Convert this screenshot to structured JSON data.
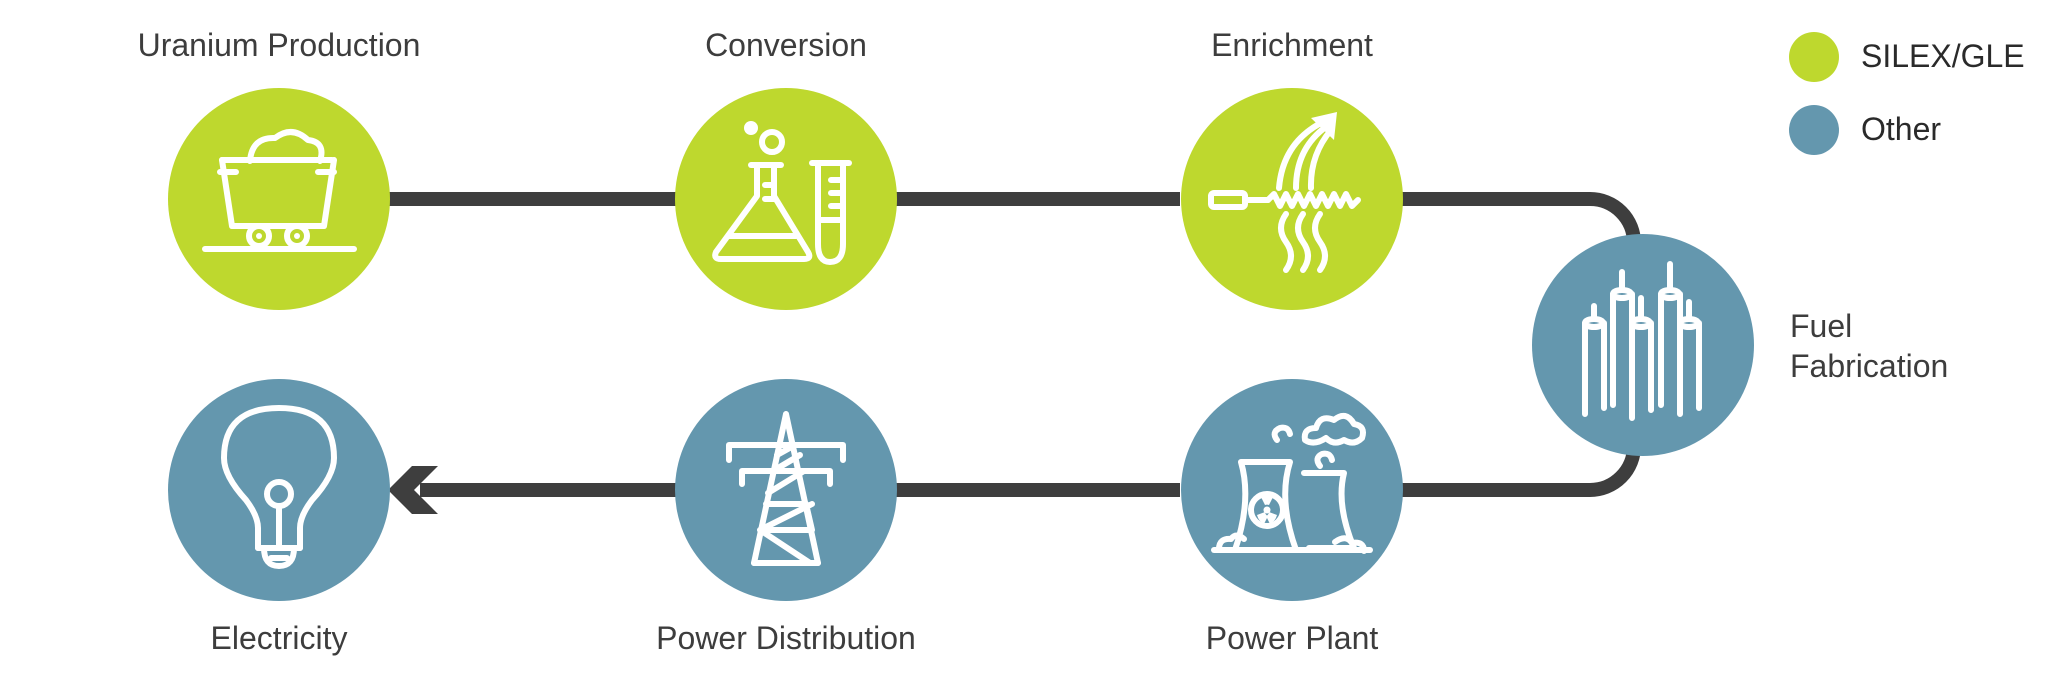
{
  "colors": {
    "silex": "#bed82e",
    "other": "#6497ae",
    "connector": "#3e3e3e",
    "text": "#3d3d3d"
  },
  "legend": [
    {
      "key": "silex",
      "label": "SILEX/GLE"
    },
    {
      "key": "other",
      "label": "Other"
    }
  ],
  "stages": [
    {
      "id": "uranium-production",
      "label": "Uranium Production",
      "icon": "mine-cart-icon",
      "category": "silex"
    },
    {
      "id": "conversion",
      "label": "Conversion",
      "icon": "chemistry-flask-icon",
      "category": "silex"
    },
    {
      "id": "enrichment",
      "label": "Enrichment",
      "icon": "laser-enrichment-icon",
      "category": "silex"
    },
    {
      "id": "fuel-fabrication",
      "label_lines": [
        "Fuel",
        "Fabrication"
      ],
      "icon": "fuel-rods-icon",
      "category": "other"
    },
    {
      "id": "power-plant",
      "label": "Power Plant",
      "icon": "cooling-tower-icon",
      "category": "other"
    },
    {
      "id": "power-distribution",
      "label": "Power Distribution",
      "icon": "transmission-tower-icon",
      "category": "other"
    },
    {
      "id": "electricity",
      "label": "Electricity",
      "icon": "light-bulb-icon",
      "category": "other"
    }
  ]
}
